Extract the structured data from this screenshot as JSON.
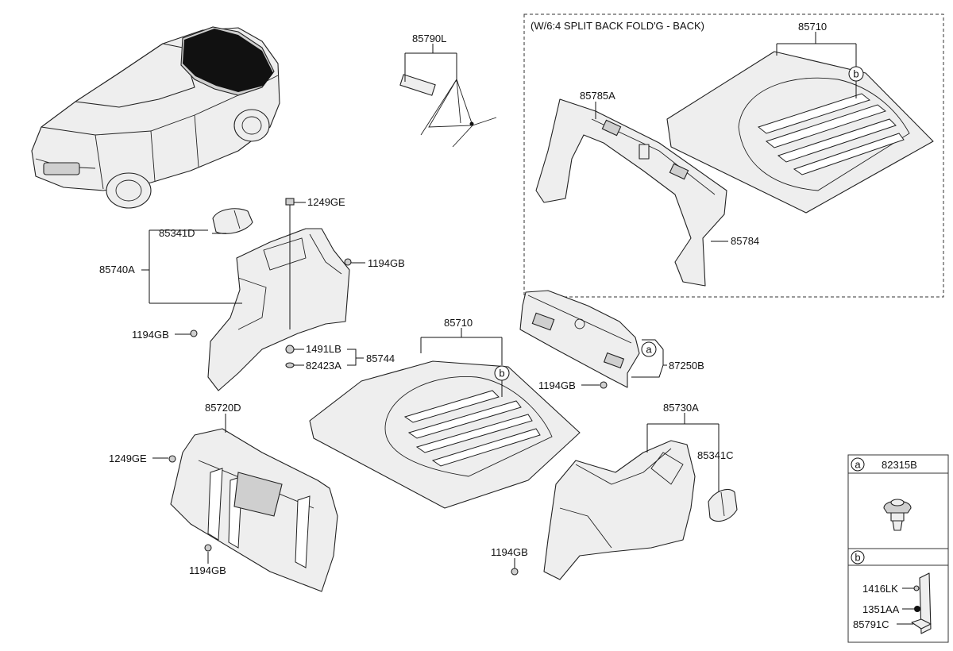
{
  "labels": {
    "variant_note": "(W/6:4 SPLIT BACK FOLD'G - BACK)",
    "p85790L": "85790L",
    "p85710_top": "85710",
    "p85785A": "85785A",
    "p85784": "85784",
    "p1249GE_top": "1249GE",
    "p85341D": "85341D",
    "p85740A": "85740A",
    "p1194GB_a": "1194GB",
    "p1194GB_b": "1194GB",
    "p1491LB": "1491LB",
    "p82423A": "82423A",
    "p85744": "85744",
    "p85710_mid": "85710",
    "p87250B": "87250B",
    "p1194GB_c": "1194GB",
    "p85720D": "85720D",
    "p1249GE_low": "1249GE",
    "p1194GB_d": "1194GB",
    "p85730A": "85730A",
    "p85341C": "85341C",
    "p1194GB_e": "1194GB"
  },
  "callouts": {
    "a": "a",
    "b": "b"
  },
  "legend": {
    "a_letter": "a",
    "a_part": "82315B",
    "b_letter": "b",
    "b_part1": "1416LK",
    "b_part2": "1351AA",
    "b_part3": "85791C"
  }
}
